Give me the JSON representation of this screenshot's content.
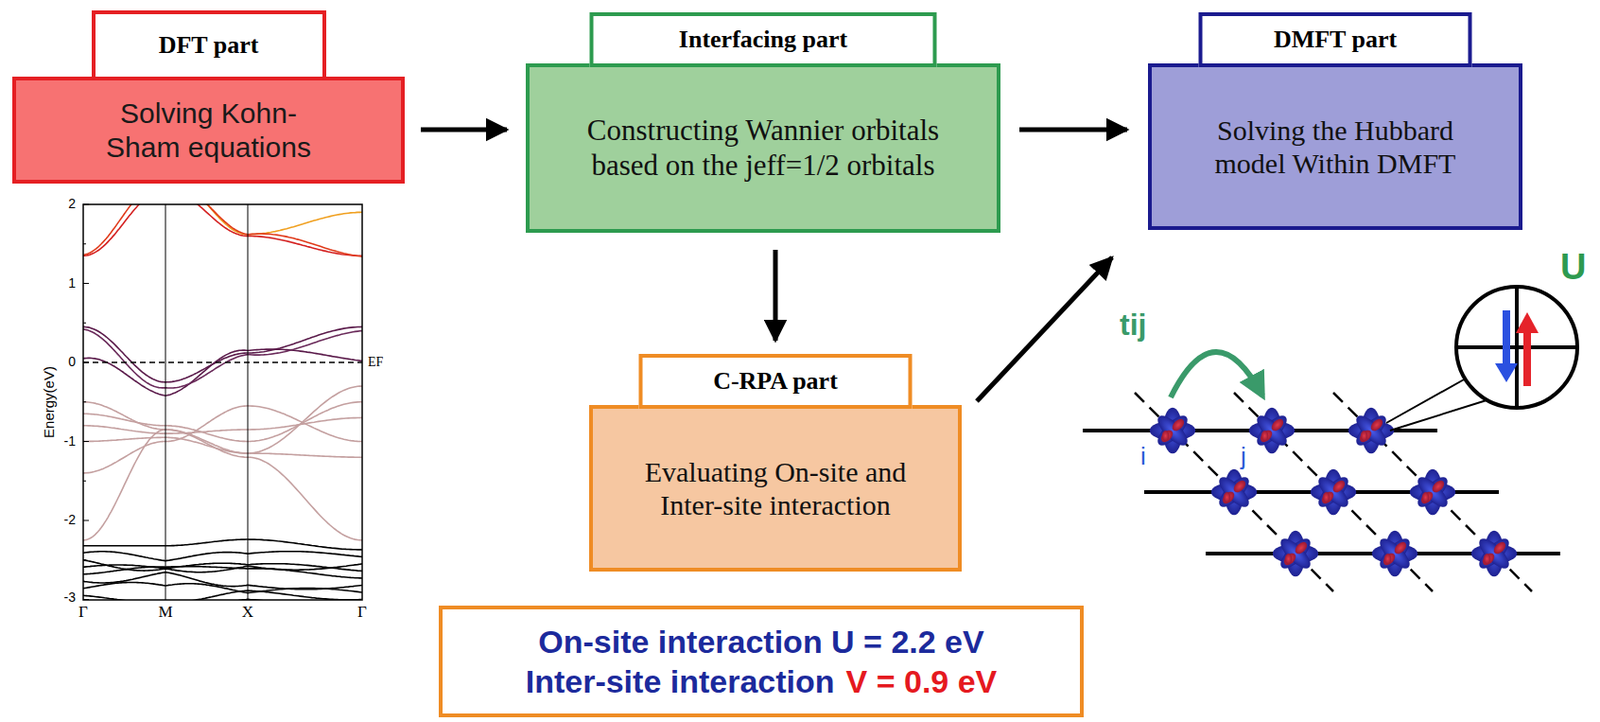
{
  "diagram": {
    "nodes": [
      {
        "text": [
          "DFT part",
          "Solving Kohn-Sham equations"
        ]
      },
      {
        "text": [
          "Interfacing part",
          "Constructing Wannier orbitals based on the jeff=1/2 orbitals"
        ]
      },
      {
        "text": [
          "DMFT part",
          "Solving the Hubbard model Within DMFT"
        ]
      },
      {
        "text": [
          "C-RPA part",
          "Evaluating On-site and Inter-site interaction"
        ]
      },
      {
        "text": [
          "On-site interaction U = 2.2 eV",
          "Inter-site interaction",
          "V = 0.9 eV"
        ]
      }
    ],
    "edges": [
      {
        "from": 0,
        "to": 1,
        "arrow": "to"
      },
      {
        "from": 1,
        "to": 2,
        "arrow": "to"
      },
      {
        "from": 1,
        "to": 3,
        "arrow": "to"
      },
      {
        "from": 3,
        "to": 2,
        "arrow": "to"
      }
    ],
    "labels": [
      "2",
      "1",
      "0",
      "-1",
      "-2",
      "-3",
      "Energy(eV)",
      "EF",
      "Γ",
      "M",
      "X",
      "Γ",
      "tij",
      "i",
      "j",
      "U"
    ]
  }
}
